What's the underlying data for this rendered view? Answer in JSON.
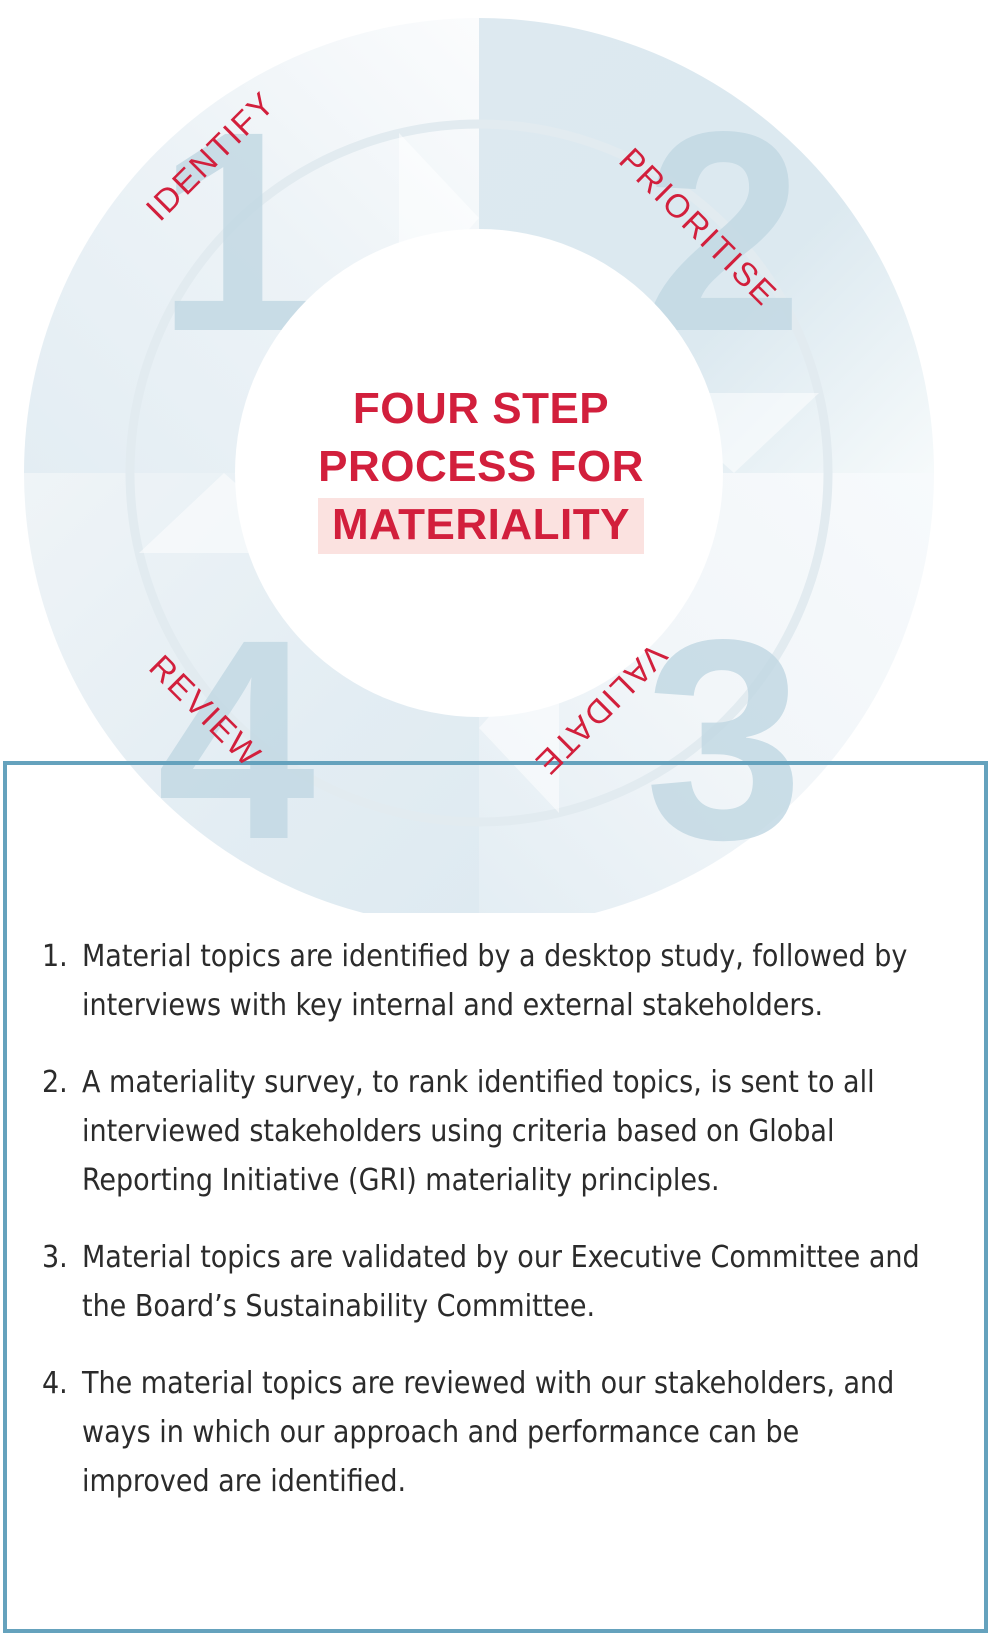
{
  "colors": {
    "accent_red": "#D21F3C",
    "highlight_pink": "#FBE2E0",
    "frame_blue": "#65A2BD",
    "ring_light": "#F5F9FB",
    "ring_mid": "#E8F0F4",
    "ring_dark": "#DAE7EE",
    "number_blue": "#C3D9E4",
    "text_dark": "#2B2B2B"
  },
  "center": {
    "line1": "FOUR STEP",
    "line2": "PROCESS FOR",
    "line3": "MATERIALITY"
  },
  "steps": [
    {
      "number": "1",
      "label": "IDENTIFY"
    },
    {
      "number": "2",
      "label": "PRIORITISE"
    },
    {
      "number": "3",
      "label": "VALIDATE"
    },
    {
      "number": "4",
      "label": "REVIEW"
    }
  ],
  "list": [
    {
      "marker": "1.",
      "text": "Material topics are identified by a desktop study, followed by interviews with key internal and external stakeholders."
    },
    {
      "marker": "2.",
      "text": "A materiality survey, to rank identified topics, is sent to all interviewed stakeholders using criteria based on Global Reporting Initiative (GRI) materiality principles."
    },
    {
      "marker": "3.",
      "text": "Material topics are validated by our Executive Committee and the Board’s Sustainability Committee."
    },
    {
      "marker": "4.",
      "text": "The material topics are reviewed with our stakeholders, and ways in which our approach and performance can be improved are identified."
    }
  ]
}
